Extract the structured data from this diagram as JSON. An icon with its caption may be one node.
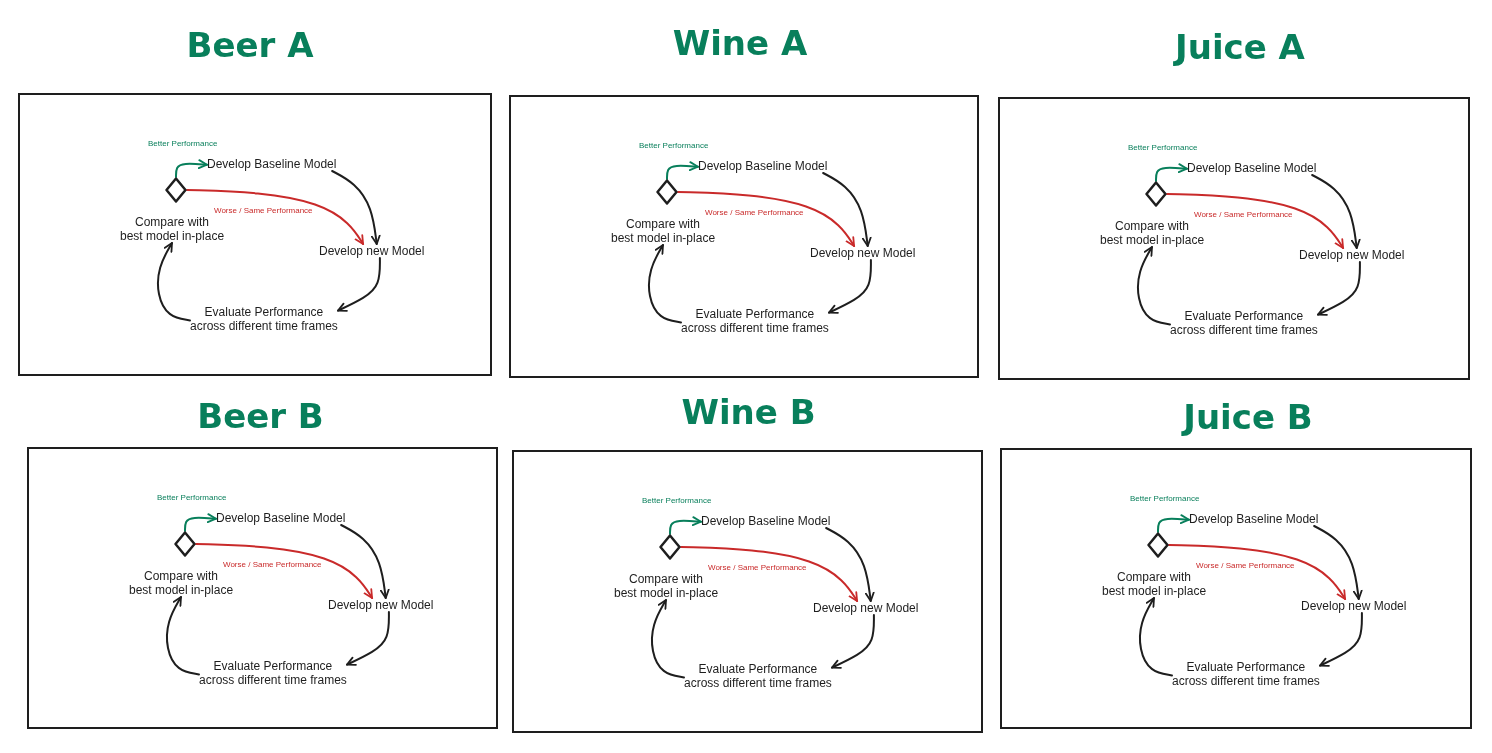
{
  "diagram": {
    "nodes": [
      {
        "text": [
          "Beer A"
        ]
      },
      {
        "text": [
          "Develop Baseline Model"
        ],
        "in": 0
      },
      {
        "text": [],
        "shape": "diamond",
        "in": 0
      },
      {
        "text": [
          "Compare with best model in-place"
        ],
        "in": 0
      },
      {
        "text": [
          "Develop new Model"
        ],
        "in": 0
      },
      {
        "text": [
          "Evaluate Performance across different time frames"
        ],
        "in": 0
      },
      {
        "text": [
          "Wine A"
        ]
      },
      {
        "text": [
          "Develop Baseline Model"
        ],
        "in": 6
      },
      {
        "text": [],
        "shape": "diamond",
        "in": 6
      },
      {
        "text": [
          "Compare with best model in-place"
        ],
        "in": 6
      },
      {
        "text": [
          "Develop new Model"
        ],
        "in": 6
      },
      {
        "text": [
          "Evaluate Performance across different time frames"
        ],
        "in": 6
      },
      {
        "text": [
          "Juice A"
        ]
      },
      {
        "text": [
          "Develop Baseline Model"
        ],
        "in": 12
      },
      {
        "text": [],
        "shape": "diamond",
        "in": 12
      },
      {
        "text": [
          "Compare with best model in-place"
        ],
        "in": 12
      },
      {
        "text": [
          "Develop new Model"
        ],
        "in": 12
      },
      {
        "text": [
          "Evaluate Performance across different time frames"
        ],
        "in": 12
      },
      {
        "text": [
          "Beer B"
        ]
      },
      {
        "text": [
          "Develop Baseline Model"
        ],
        "in": 18
      },
      {
        "text": [],
        "shape": "diamond",
        "in": 18
      },
      {
        "text": [
          "Compare with best model in-place"
        ],
        "in": 18
      },
      {
        "text": [
          "Develop new Model"
        ],
        "in": 18
      },
      {
        "text": [
          "Evaluate Performance across different time frames"
        ],
        "in": 18
      },
      {
        "text": [
          "Wine B"
        ]
      },
      {
        "text": [
          "Develop Baseline Model"
        ],
        "in": 24
      },
      {
        "text": [],
        "shape": "diamond",
        "in": 24
      },
      {
        "text": [
          "Compare with best model in-place"
        ],
        "in": 24
      },
      {
        "text": [
          "Develop new Model"
        ],
        "in": 24
      },
      {
        "text": [
          "Evaluate Performance across different time frames"
        ],
        "in": 24
      },
      {
        "text": [
          "Juice B"
        ]
      },
      {
        "text": [
          "Develop Baseline Model"
        ],
        "in": 30
      },
      {
        "text": [],
        "shape": "diamond",
        "in": 30
      },
      {
        "text": [
          "Compare with best model in-place"
        ],
        "in": 30
      },
      {
        "text": [
          "Develop new Model"
        ],
        "in": 30
      },
      {
        "text": [
          "Evaluate Performance across different time frames"
        ],
        "in": 30
      }
    ],
    "edges": [
      {
        "from": 2,
        "to": 1,
        "arrow": "to",
        "label": "Better Performance",
        "color": "#087f5b"
      },
      {
        "from": 2,
        "to": 4,
        "arrow": "to",
        "label": "Worse / Same Performance",
        "color": "#c92a2a"
      },
      {
        "from": 1,
        "to": 4,
        "arrow": "to"
      },
      {
        "from": 4,
        "to": 5,
        "arrow": "to"
      },
      {
        "from": 5,
        "to": 3,
        "arrow": "to"
      },
      {
        "from": 8,
        "to": 7,
        "arrow": "to",
        "label": "Better Performance",
        "color": "#087f5b"
      },
      {
        "from": 8,
        "to": 10,
        "arrow": "to",
        "label": "Worse / Same Performance",
        "color": "#c92a2a"
      },
      {
        "from": 7,
        "to": 10,
        "arrow": "to"
      },
      {
        "from": 10,
        "to": 11,
        "arrow": "to"
      },
      {
        "from": 11,
        "to": 9,
        "arrow": "to"
      },
      {
        "from": 14,
        "to": 13,
        "arrow": "to",
        "label": "Better Performance",
        "color": "#087f5b"
      },
      {
        "from": 14,
        "to": 16,
        "arrow": "to",
        "label": "Worse / Same Performance",
        "color": "#c92a2a"
      },
      {
        "from": 13,
        "to": 16,
        "arrow": "to"
      },
      {
        "from": 16,
        "to": 17,
        "arrow": "to"
      },
      {
        "from": 17,
        "to": 15,
        "arrow": "to"
      },
      {
        "from": 20,
        "to": 19,
        "arrow": "to",
        "label": "Better Performance",
        "color": "#087f5b"
      },
      {
        "from": 20,
        "to": 22,
        "arrow": "to",
        "label": "Worse / Same Performance",
        "color": "#c92a2a"
      },
      {
        "from": 19,
        "to": 22,
        "arrow": "to"
      },
      {
        "from": 22,
        "to": 23,
        "arrow": "to"
      },
      {
        "from": 23,
        "to": 21,
        "arrow": "to"
      },
      {
        "from": 26,
        "to": 25,
        "arrow": "to",
        "label": "Better Performance",
        "color": "#087f5b"
      },
      {
        "from": 26,
        "to": 28,
        "arrow": "to",
        "label": "Worse / Same Performance",
        "color": "#c92a2a"
      },
      {
        "from": 25,
        "to": 28,
        "arrow": "to"
      },
      {
        "from": 28,
        "to": 29,
        "arrow": "to"
      },
      {
        "from": 29,
        "to": 27,
        "arrow": "to"
      },
      {
        "from": 32,
        "to": 31,
        "arrow": "to",
        "label": "Better Performance",
        "color": "#087f5b"
      },
      {
        "from": 32,
        "to": 34,
        "arrow": "to",
        "label": "Worse / Same Performance",
        "color": "#c92a2a"
      },
      {
        "from": 31,
        "to": 34,
        "arrow": "to"
      },
      {
        "from": 34,
        "to": 35,
        "arrow": "to"
      },
      {
        "from": 35,
        "to": 33,
        "arrow": "to"
      }
    ]
  }
}
